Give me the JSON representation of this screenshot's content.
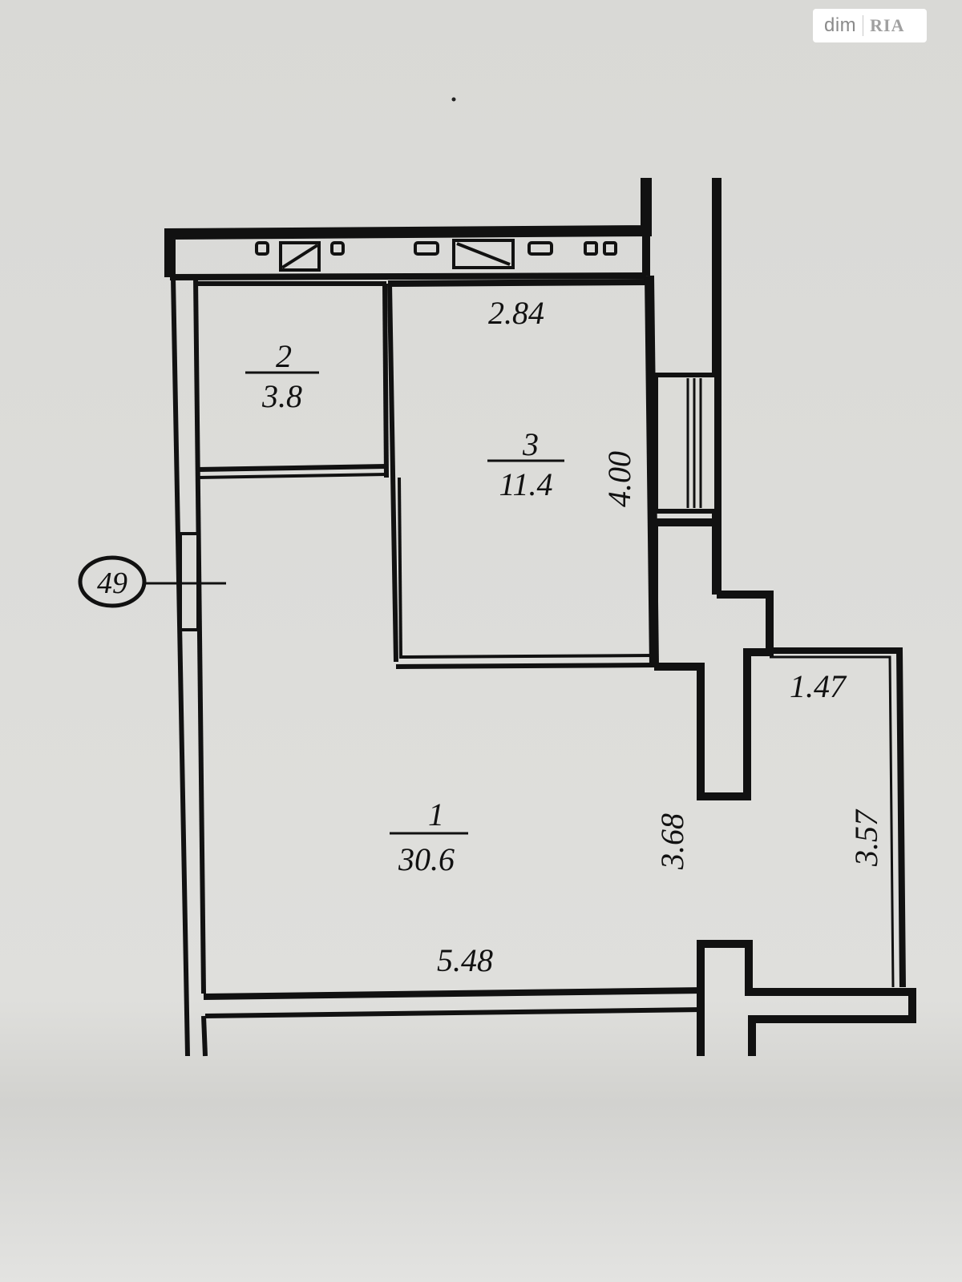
{
  "watermark": {
    "brand_left": "dim",
    "brand_right": "RIA"
  },
  "axis_marker": {
    "label": "49"
  },
  "rooms": [
    {
      "number": "1",
      "area": "30.6"
    },
    {
      "number": "2",
      "area": "3.8"
    },
    {
      "number": "3",
      "area": "11.4"
    }
  ],
  "dimensions": {
    "room3_width": "2.84",
    "room3_depth": "4.00",
    "room1_width": "5.48",
    "room1_depth": "3.68",
    "balcony_width": "1.47",
    "balcony_depth": "3.57"
  }
}
